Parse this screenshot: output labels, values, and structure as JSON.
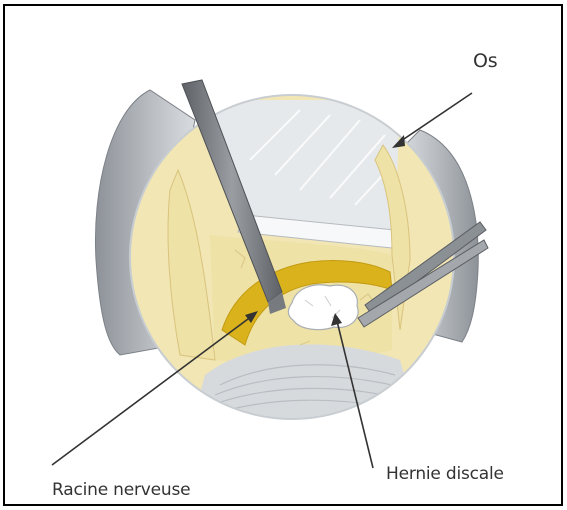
{
  "labels": {
    "os": "Os",
    "hernie_discale": "Hernie discale",
    "racine_nerveuse": "Racine nerveuse"
  },
  "colors": {
    "frame_border": "#000000",
    "bone": "#f1e6b4",
    "bone_dark": "#e2cf87",
    "nerve_root": "#d9b21c",
    "disc_grey": "#d7dadd",
    "retractor_grey": "#9ba0a6",
    "tissue_light": "#e9ecef",
    "instrument": "#6f7378",
    "herniation": "#ffffff",
    "arrow": "#333333"
  }
}
